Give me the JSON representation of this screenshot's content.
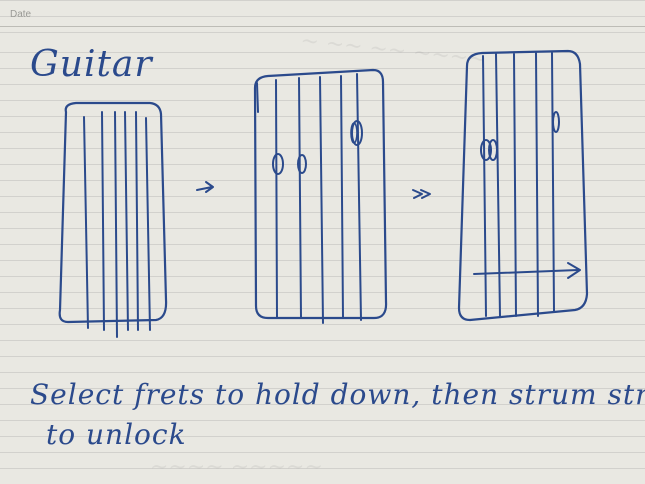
{
  "header": {
    "date_label": "Date"
  },
  "sketch": {
    "title": "Guitar",
    "caption_line1": "Select frets to hold down, then strum strings",
    "caption_line2": "to unlock",
    "arrow_1": "→",
    "arrow_2": "→→"
  },
  "colors": {
    "ink": "#2b4a8c",
    "paper": "#e9e8e2",
    "rule": "#bdbcb6"
  }
}
